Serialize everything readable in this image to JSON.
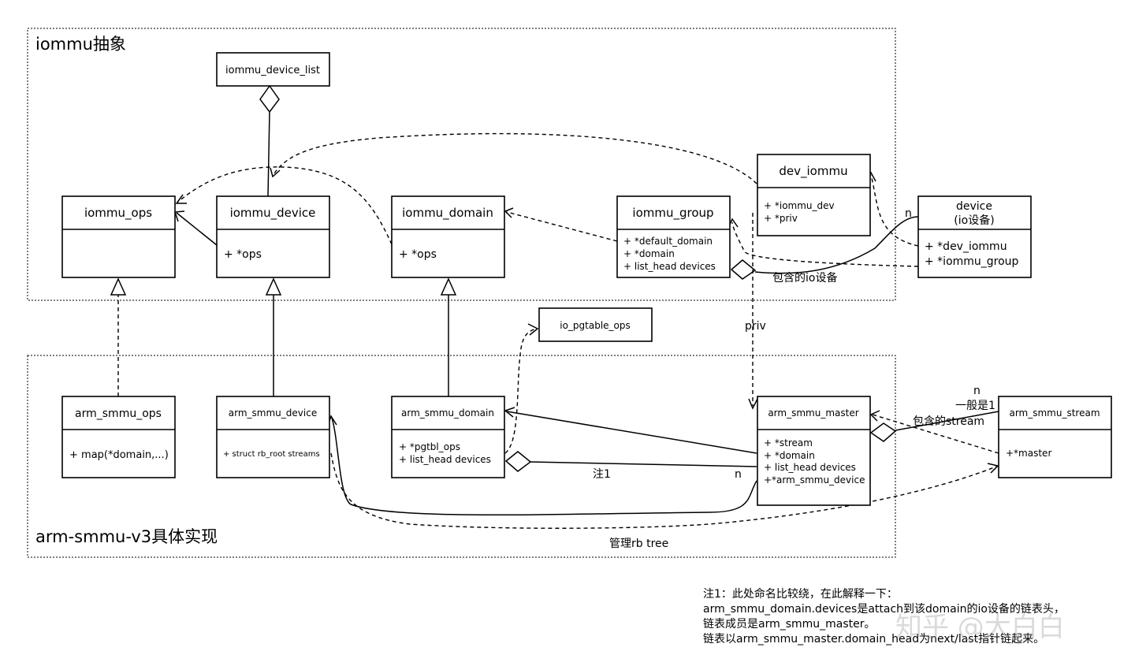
{
  "groups": {
    "top_title": "iommu抽象",
    "bottom_title": "arm-smmu-v3具体实现"
  },
  "classes": {
    "iommu_device_list": {
      "name": "iommu_device_list"
    },
    "iommu_ops": {
      "name": "iommu_ops",
      "members": []
    },
    "iommu_device": {
      "name": "iommu_device",
      "members": [
        "+ *ops"
      ]
    },
    "iommu_domain": {
      "name": "iommu_domain",
      "members": [
        "+ *ops"
      ]
    },
    "iommu_group": {
      "name": "iommu_group",
      "members": [
        "+ *default_domain",
        "+ *domain",
        "+ list_head devices"
      ]
    },
    "dev_iommu": {
      "name": "dev_iommu",
      "members": [
        "+ *iommu_dev",
        "+ *priv"
      ]
    },
    "device": {
      "name_line1": "device",
      "name_line2": "(io设备)",
      "members": [
        "+ *dev_iommu",
        "+ *iommu_group"
      ]
    },
    "io_pgtable_ops": {
      "name": "io_pgtable_ops"
    },
    "arm_smmu_ops": {
      "name": "arm_smmu_ops",
      "members": [
        "+ map(*domain,...)"
      ]
    },
    "arm_smmu_device": {
      "name": "arm_smmu_device",
      "members": [
        "+ struct rb_root streams"
      ]
    },
    "arm_smmu_domain": {
      "name": "arm_smmu_domain",
      "members": [
        "+ *pgtbl_ops",
        "+ list_head devices"
      ]
    },
    "arm_smmu_master": {
      "name": "arm_smmu_master",
      "members": [
        "+ *stream",
        "+ *domain",
        "+ list_head devices",
        "+*arm_smmu_device"
      ]
    },
    "arm_smmu_stream": {
      "name": "arm_smmu_stream",
      "members": [
        "+*master"
      ]
    }
  },
  "labels": {
    "n_device": "n",
    "contains_io_device": "包含的io设备",
    "priv": "priv",
    "note1": "注1",
    "n_domain": "n",
    "n_stream": "n",
    "usually_one": "一般是1",
    "contains_stream": "包含的stream",
    "manage_rb_tree": "管理rb tree"
  },
  "note": {
    "lines": [
      "注1：此处命名比较绕，在此解释一下：",
      "arm_smmu_domain.devices是attach到该domain的io设备的链表头，",
      "链表成员是arm_smmu_master。",
      "链表以arm_smmu_master.domain_head为next/last指针链起来。"
    ]
  },
  "watermark": "知乎 @大白白"
}
